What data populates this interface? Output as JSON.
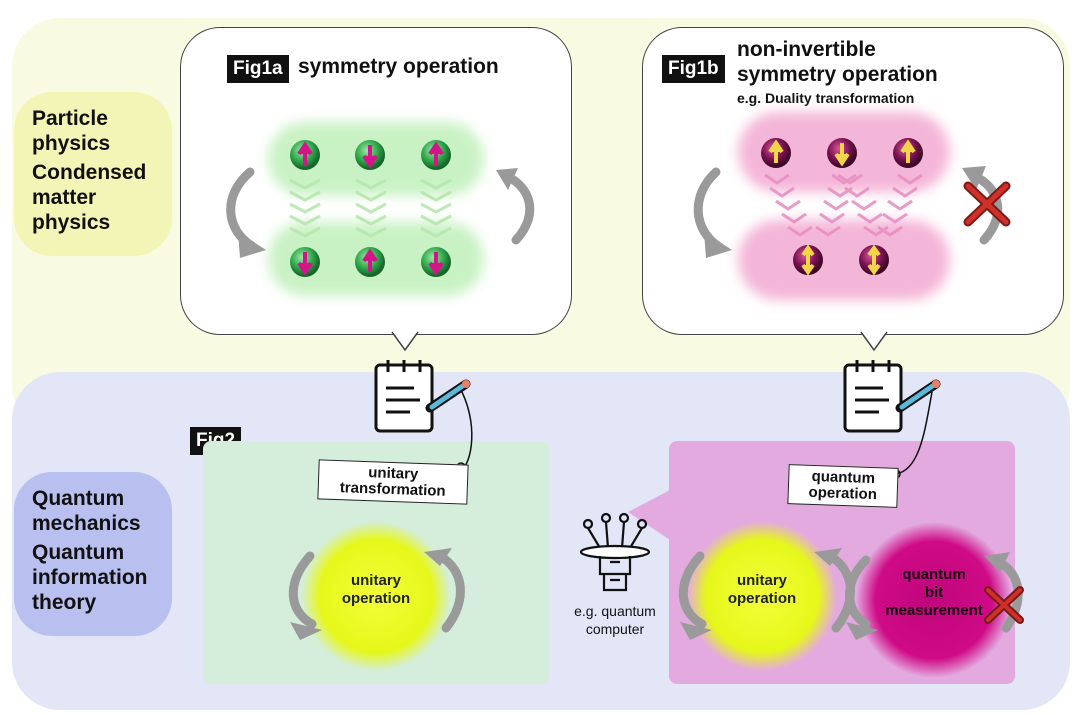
{
  "regions": {
    "top_label_line1": "Particle physics",
    "top_label_line2": "Condensed matter physics",
    "bottom_label_line1": "Quantum mechanics",
    "bottom_label_line2": "Quantum information theory"
  },
  "fig1a": {
    "tag": "Fig1a",
    "title": "symmetry operation"
  },
  "fig1b": {
    "tag": "Fig1b",
    "title_line1": "non-invertible",
    "title_line2": "symmetry operation",
    "subtitle": "e.g. Duality transformation"
  },
  "fig2": {
    "tag": "Fig2",
    "left_note_line1": "unitary",
    "left_note_line2": "transformation",
    "left_circle_line1": "unitary",
    "left_circle_line2": "operation",
    "right_note_line1": "quantum",
    "right_note_line2": "operation",
    "right_circle1_line1": "unitary",
    "right_circle1_line2": "operation",
    "right_circle2_line1": "quantum",
    "right_circle2_line2": "bit",
    "right_circle2_line3": "measurement",
    "computer_line1": "e.g. quantum",
    "computer_line2": "computer"
  },
  "colors": {
    "top_bg": "#f8fbe2",
    "bottom_bg": "#e2e6f6",
    "green_band": "#c9f2c4",
    "pink_band": "#f4b6d8",
    "spin_green": "#2fa84a",
    "spin_arrow_magenta": "#d4148a",
    "spin_dark": "#7a1150",
    "spin_arrow_yellow": "#f2d64a",
    "yellow_circle": "#e9f81c",
    "magenta_circle": "#cf0a86",
    "cross_red": "#d0302a",
    "gray_arrow": "#9a9a9a"
  },
  "icons": [
    "notepad-icon",
    "pencil-icon",
    "quantum-computer-icon",
    "cross-icon",
    "curved-arrow-icon",
    "spin-up-icon",
    "spin-down-icon"
  ]
}
